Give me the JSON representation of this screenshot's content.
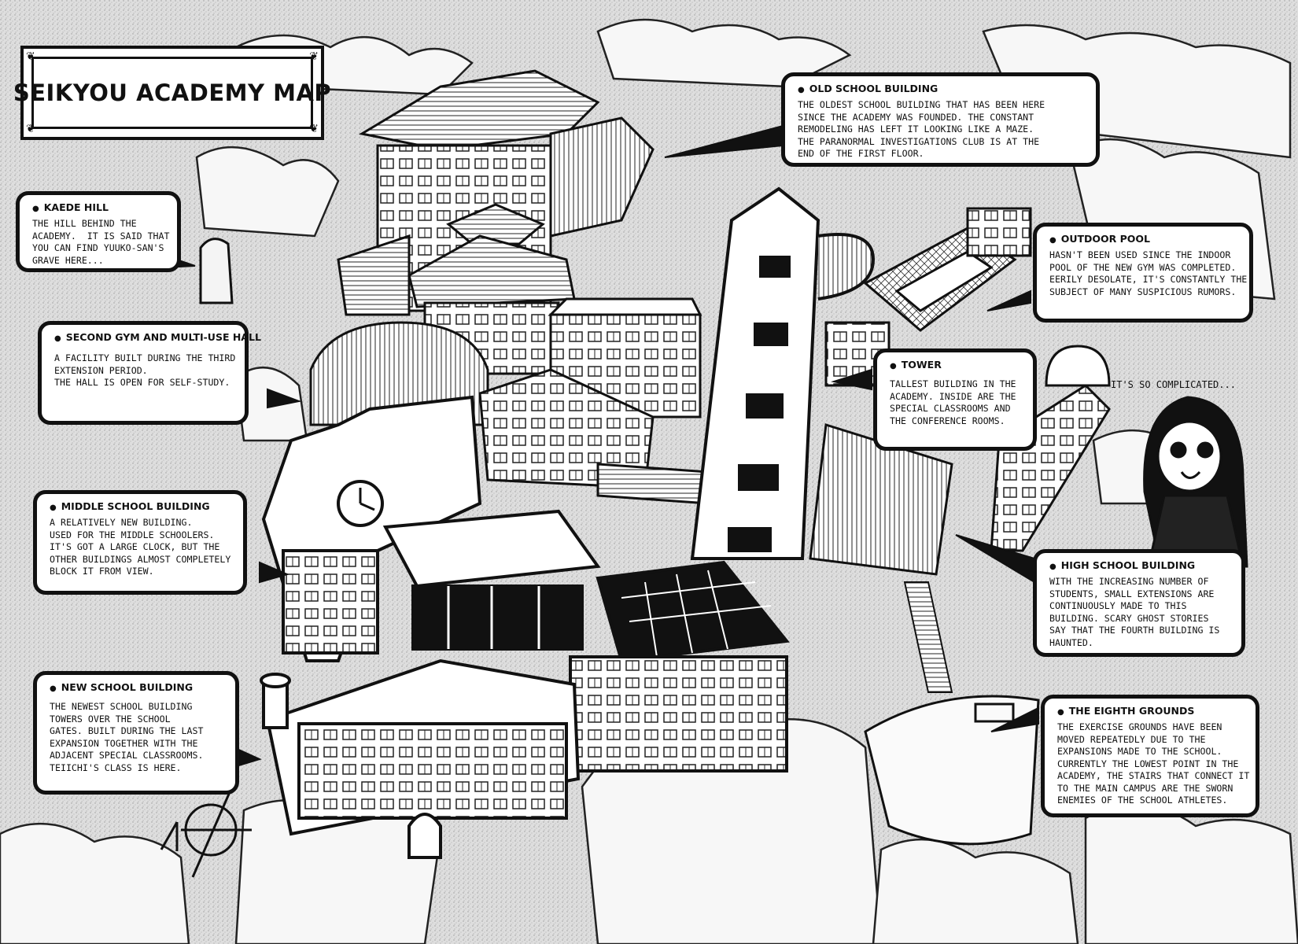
{
  "map": {
    "title": "SEIKYOU ACADEMY MAP"
  },
  "callouts": {
    "old_school_building": {
      "title": "OLD SCHOOL BUILDING",
      "body": "THE OLDEST SCHOOL BUILDING THAT HAS BEEN HERE\nSINCE THE ACADEMY WAS FOUNDED. THE CONSTANT\nREMODELING HAS LEFT IT LOOKING LIKE A MAZE.\nTHE PARANORMAL INVESTIGATIONS CLUB IS AT THE\nEND OF THE FIRST FLOOR."
    },
    "kaede_hill": {
      "title": "KAEDE HILL",
      "body": "THE HILL BEHIND THE\nACADEMY.  IT IS SAID THAT\nYOU CAN FIND YUUKO-SAN'S\nGRAVE HERE..."
    },
    "outdoor_pool": {
      "title": "OUTDOOR POOL",
      "body": "HASN'T BEEN USED SINCE THE INDOOR\nPOOL OF THE NEW GYM WAS COMPLETED.\nEERILY DESOLATE, IT'S CONSTANTLY THE\nSUBJECT OF MANY SUSPICIOUS RUMORS."
    },
    "second_gym": {
      "title": "SECOND GYM AND MULTI-USE HALL",
      "body": "A FACILITY BUILT DURING THE THIRD\nEXTENSION PERIOD.\nTHE HALL IS OPEN FOR SELF-STUDY."
    },
    "tower": {
      "title": "TOWER",
      "body": "TALLEST BUILDING IN THE\nACADEMY. INSIDE ARE THE\nSPECIAL CLASSROOMS AND\nTHE CONFERENCE ROOMS."
    },
    "middle_school_building": {
      "title": "MIDDLE SCHOOL BUILDING",
      "body": "A RELATIVELY NEW BUILDING.\nUSED FOR THE MIDDLE SCHOOLERS.\nIT'S GOT A LARGE CLOCK, BUT THE\nOTHER BUILDINGS ALMOST COMPLETELY\nBLOCK IT FROM VIEW."
    },
    "high_school_building": {
      "title": "HIGH SCHOOL BUILDING",
      "body": "WITH THE INCREASING NUMBER OF\nSTUDENTS, SMALL EXTENSIONS ARE\nCONTINUOUSLY MADE TO THIS\nBUILDING. SCARY GHOST STORIES\nSAY THAT THE FOURTH BUILDING IS\nHAUNTED."
    },
    "new_school_building": {
      "title": "NEW SCHOOL BUILDING",
      "body": "THE NEWEST SCHOOL BUILDING\nTOWERS OVER THE SCHOOL\nGATES. BUILT DURING THE LAST\nEXPANSION TOGETHER WITH THE\nADJACENT SPECIAL CLASSROOMS.\nTEIICHI'S CLASS IS HERE."
    },
    "eighth_grounds": {
      "title": "THE EIGHTH GROUNDS",
      "body": "THE EXERCISE GROUNDS HAVE BEEN\nMOVED REPEATEDLY DUE TO THE\nEXPANSIONS MADE TO THE SCHOOL.\nCURRENTLY THE LOWEST POINT IN THE\nACADEMY, THE STAIRS THAT CONNECT IT\nTO THE MAIN CAMPUS ARE THE SWORN\nENEMIES OF THE SCHOOL ATHLETES."
    }
  },
  "character": {
    "speech": "IT'S SO COMPLICATED..."
  }
}
